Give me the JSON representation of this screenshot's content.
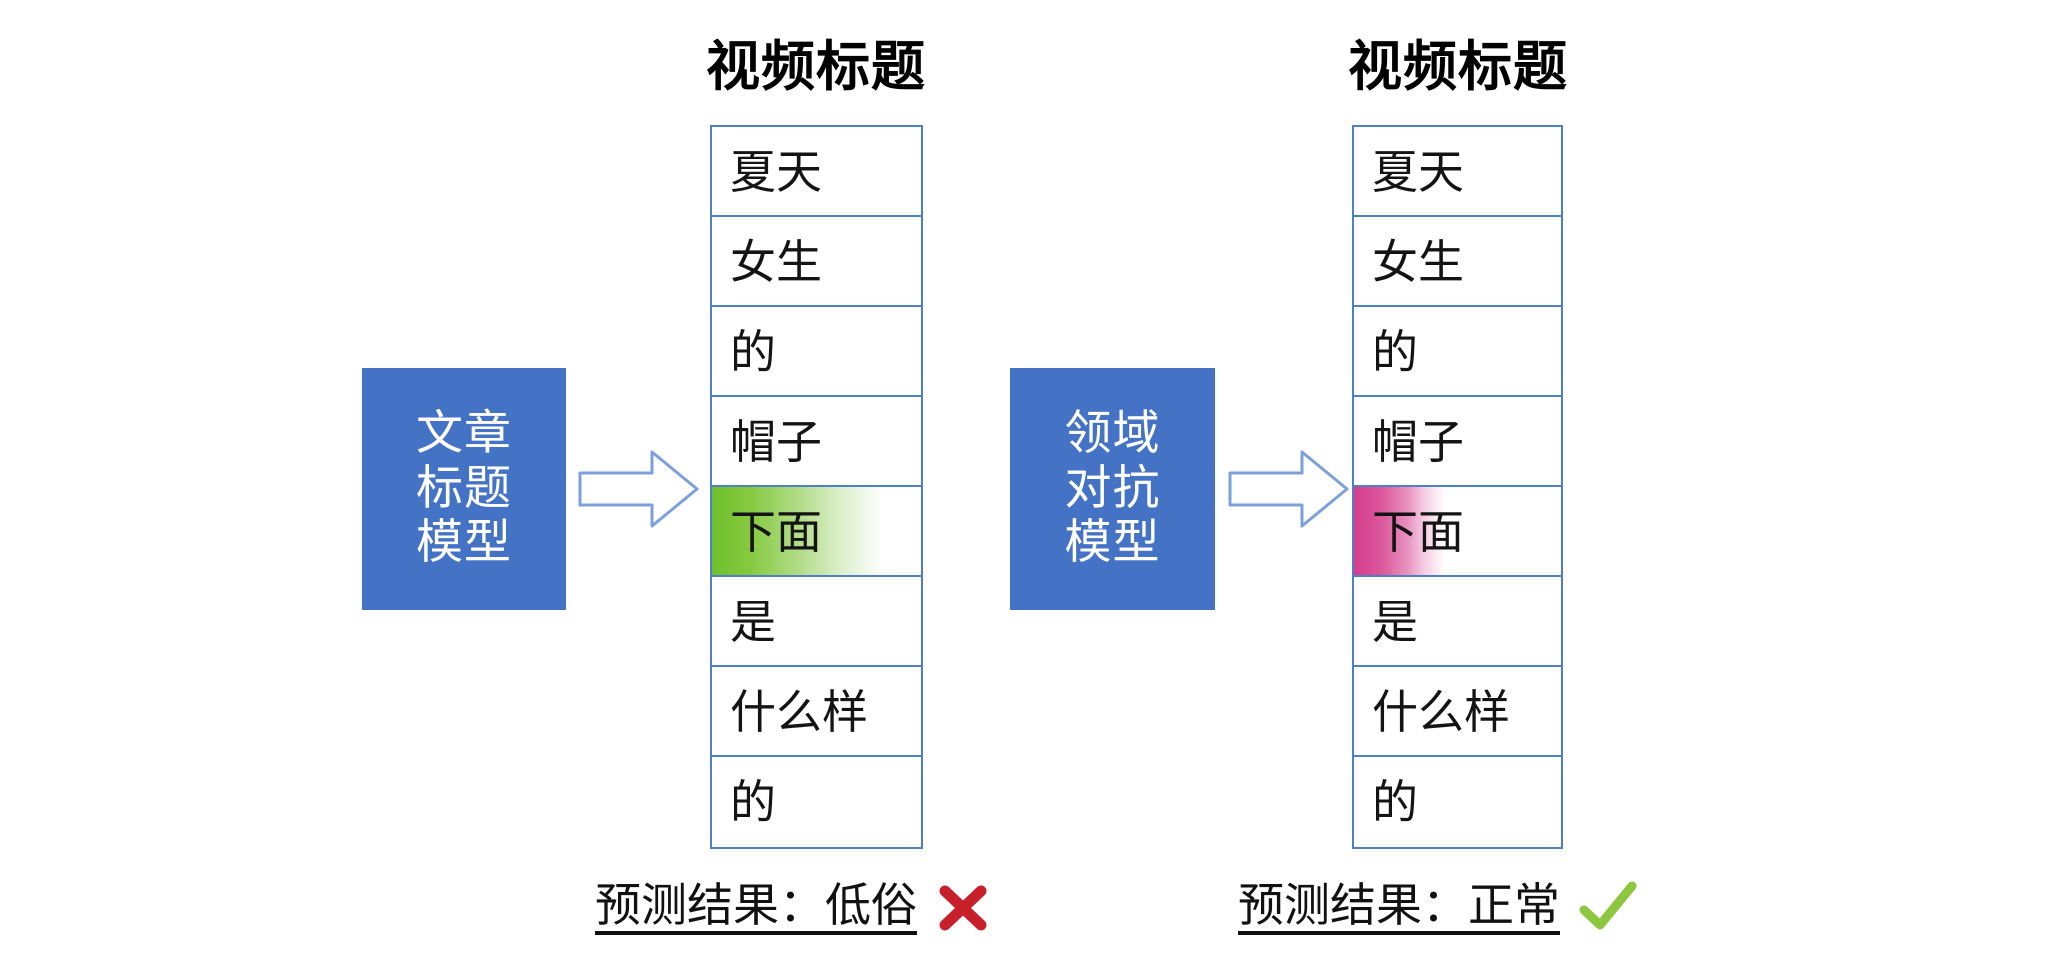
{
  "diagram": {
    "columns": [
      {
        "id": "left",
        "title": "视频标题",
        "model_label_lines": [
          "文章",
          "标题",
          "模型"
        ],
        "arrow_icon": "right-block-arrow-icon",
        "tokens": [
          {
            "text": "夏天",
            "highlight": "none"
          },
          {
            "text": "女生",
            "highlight": "none"
          },
          {
            "text": "的",
            "highlight": "none"
          },
          {
            "text": "帽子",
            "highlight": "none"
          },
          {
            "text": "下面",
            "highlight": "green"
          },
          {
            "text": "是",
            "highlight": "none"
          },
          {
            "text": "什么样",
            "highlight": "none"
          },
          {
            "text": "的",
            "highlight": "none"
          }
        ],
        "prediction_text": "预测结果：低俗",
        "prediction_mark": "cross-mark-icon"
      },
      {
        "id": "right",
        "title": "视频标题",
        "model_label_lines": [
          "领域",
          "对抗",
          "模型"
        ],
        "arrow_icon": "right-block-arrow-icon",
        "tokens": [
          {
            "text": "夏天",
            "highlight": "none"
          },
          {
            "text": "女生",
            "highlight": "none"
          },
          {
            "text": "的",
            "highlight": "none"
          },
          {
            "text": "帽子",
            "highlight": "none"
          },
          {
            "text": "下面",
            "highlight": "pink"
          },
          {
            "text": "是",
            "highlight": "none"
          },
          {
            "text": "什么样",
            "highlight": "none"
          },
          {
            "text": "的",
            "highlight": "none"
          }
        ],
        "prediction_text": "预测结果：正常",
        "prediction_mark": "check-mark-icon"
      }
    ]
  },
  "colors": {
    "model_box_fill": "#4472C4",
    "cell_border": "#4E80C8",
    "arrow_outline": "#7BA0DC",
    "highlight_green": "#6FC02C",
    "highlight_pink": "#D63C8C",
    "cross_mark": "#C8202B",
    "check_mark": "#8DC63F",
    "text": "#111111",
    "background": "#FFFFFF"
  }
}
